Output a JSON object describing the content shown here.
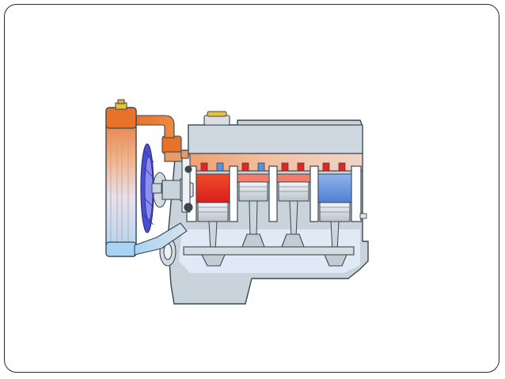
{
  "slide": {
    "frame_color": "#2a2a2a",
    "background": "#ffffff"
  },
  "diagram": {
    "subject": "engine-cooling-system-cutaway",
    "cylinder_count": 4,
    "colors": {
      "engine_block": "#c9d3dc",
      "engine_outline": "#3a4650",
      "hot_coolant": "#e8722a",
      "cold_coolant": "#a9d3f2",
      "hot_cylinder": "#e3261e",
      "cool_cylinder": "#5f8fd8",
      "fan": "#4a4fd0",
      "radiator_cap": "#e8c23a"
    },
    "cylinder_temperatures": [
      "hot",
      "warm",
      "warm",
      "cool"
    ]
  }
}
